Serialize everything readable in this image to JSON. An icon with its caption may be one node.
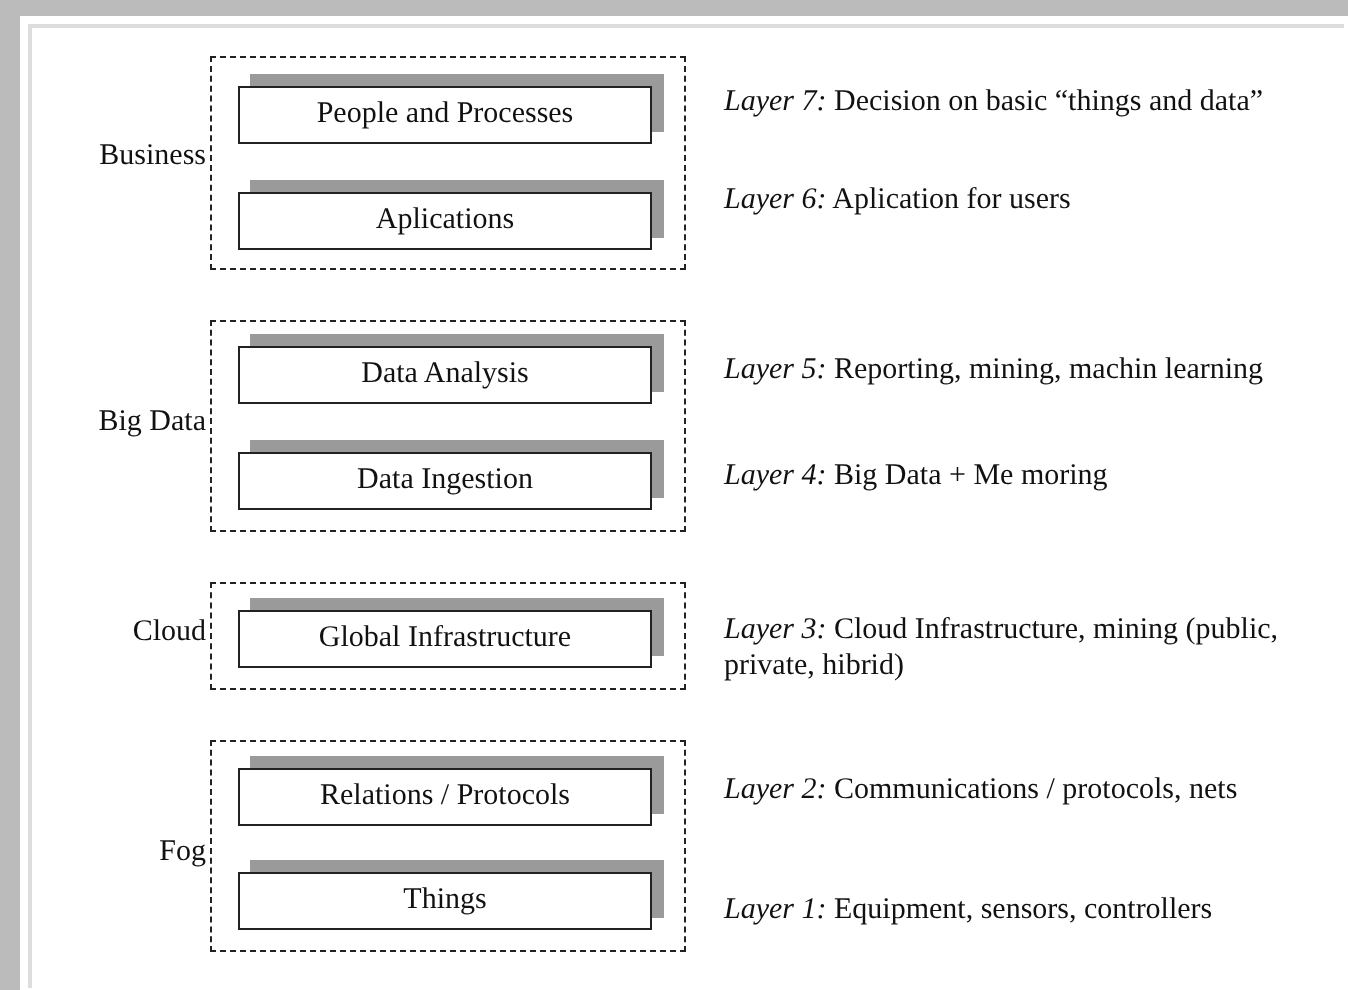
{
  "diagram": {
    "nodes": [
      {
        "text": [
          "Business"
        ]
      },
      {
        "text": [
          "People and Processes"
        ],
        "in": 0,
        "beside": [
          "*Layer 7:* Decision on basic “things and data”"
        ]
      },
      {
        "text": [
          "Aplications"
        ],
        "in": 0,
        "beside": [
          "*Layer 6:* Aplication for users"
        ]
      },
      {
        "text": [
          "Big Data"
        ]
      },
      {
        "text": [
          "Data Analysis"
        ],
        "in": 3,
        "beside": [
          "*Layer 5:* Reporting, mining, machin learning"
        ]
      },
      {
        "text": [
          "Data Ingestion"
        ],
        "in": 3,
        "beside": [
          "*Layer 4:* Big Data + Me moring"
        ]
      },
      {
        "text": [
          "Cloud"
        ]
      },
      {
        "text": [
          "Global Infrastructure"
        ],
        "in": 6,
        "beside": [
          "*Layer 3:* Cloud Infrastructure, mining (public, private, hibrid)"
        ]
      },
      {
        "text": [
          "Fog"
        ]
      },
      {
        "text": [
          "Relations / Protocols"
        ],
        "in": 8,
        "beside": [
          "*Layer 2:* Communications / protocols, nets"
        ]
      },
      {
        "text": [
          "Things"
        ],
        "in": 8,
        "beside": [
          "*Layer 1:* Equipment, sensors, controllers"
        ]
      }
    ]
  }
}
